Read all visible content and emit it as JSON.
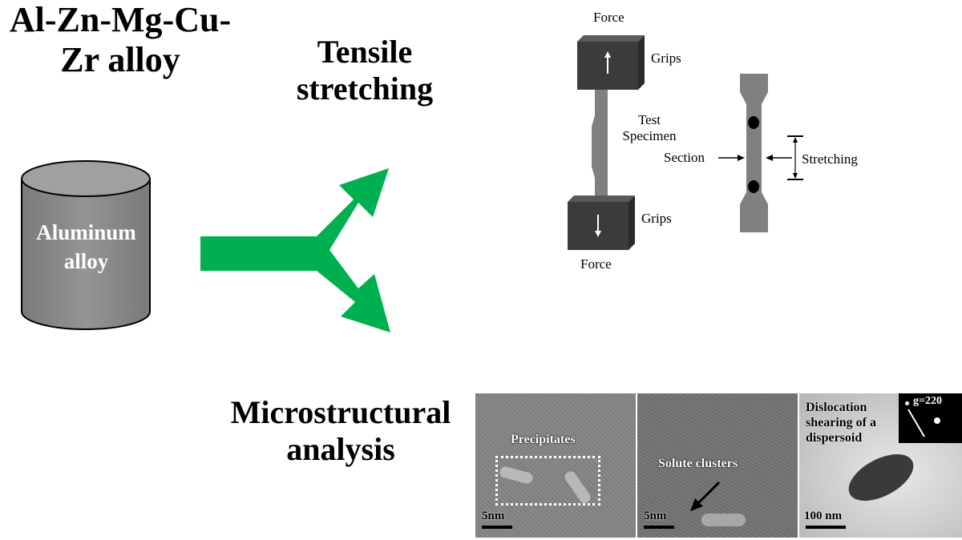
{
  "title": {
    "line1": "Al-Zn-Mg-Cu-",
    "line2": "Zr alloy"
  },
  "cylinder": {
    "line1": "Aluminum",
    "line2": "alloy"
  },
  "tensile": {
    "line1": "Tensile",
    "line2": "stretching"
  },
  "micro": {
    "line1": "Microstructural",
    "line2": "analysis"
  },
  "tensile_diagram": {
    "force_top": "Force",
    "force_bottom": "Force",
    "grips_top": "Grips",
    "grips_bottom": "Grips",
    "specimen_line1": "Test",
    "specimen_line2": "Specimen",
    "section": "Section",
    "stretching": "Stretching"
  },
  "tem_panels": [
    {
      "label": "Precipitates",
      "scale": "5nm"
    },
    {
      "label": "Solute clusters",
      "scale": "5nm"
    },
    {
      "label_line1": "Dislocation",
      "label_line2": "shearing of a",
      "label_line3": "dispersoid",
      "inset": "g=220",
      "scale": "100 nm"
    }
  ],
  "colors": {
    "arrow": "#00b050",
    "cylinder": "#8c8c8c",
    "grip": "#3b3b3b",
    "specimen": "#808080"
  }
}
